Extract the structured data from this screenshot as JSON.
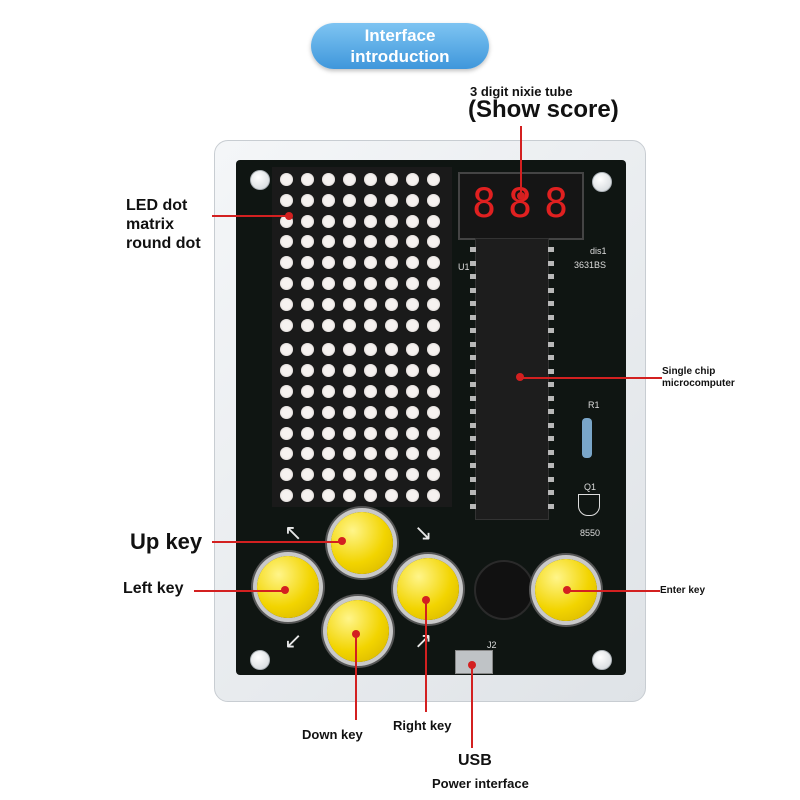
{
  "title": {
    "line1": "Interface",
    "line2": "introduction"
  },
  "callouts": {
    "nixie_line1": "3 digit nixie tube",
    "nixie_line2": "(Show score)",
    "led_line1": "LED dot",
    "led_line2": "matrix",
    "led_line3": "round dot",
    "chip_line1": "Single chip",
    "chip_line2": "microcomputer",
    "up": "Up key",
    "left": "Left key",
    "enter": "Enter key",
    "down": "Down key",
    "right": "Right key",
    "usb_line1": "USB",
    "usb_line2": "Power interface"
  },
  "board": {
    "display_digits": [
      "8",
      "8",
      "8"
    ],
    "silk_dis": "dis1",
    "silk_part": "3631BS",
    "silk_u": "U1",
    "silk_r": "R1",
    "silk_q": "Q1",
    "silk_q_part": "8550",
    "silk_j": "J2"
  },
  "colors": {
    "accent": "#d32020",
    "button": "#f2d400",
    "pill": "#3f97db"
  }
}
